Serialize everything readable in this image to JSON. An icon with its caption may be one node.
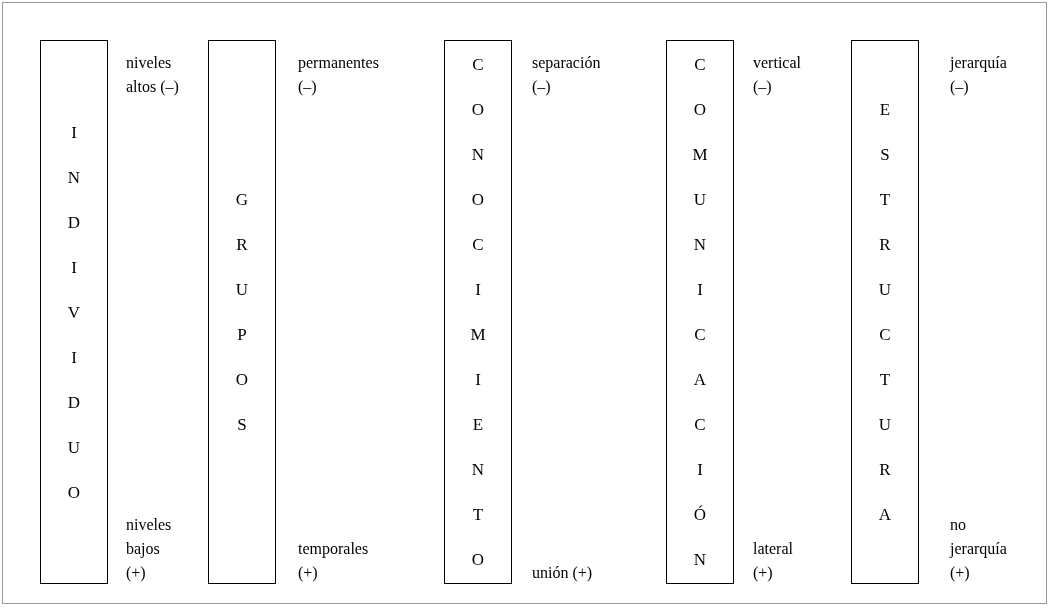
{
  "diagram": {
    "nodes": [
      {
        "text": [
          "INDIVIDUO"
        ],
        "beside": [
          "niveles altos (–)",
          "niveles bajos (+)"
        ]
      },
      {
        "text": [
          "GRUPOS"
        ],
        "beside": [
          "permanentes (–)",
          "temporales (+)"
        ]
      },
      {
        "text": [
          "CONOCIMIENTO"
        ],
        "beside": [
          "separación (–)",
          "unión (+)"
        ]
      },
      {
        "text": [
          "COMUNICACIÓN"
        ],
        "beside": [
          "vertical (–)",
          "lateral (+)"
        ]
      },
      {
        "text": [
          "ESTRUCTURA"
        ],
        "beside": [
          "jerarquía (–)",
          "no jerarquía (+)"
        ]
      }
    ],
    "edges": []
  }
}
